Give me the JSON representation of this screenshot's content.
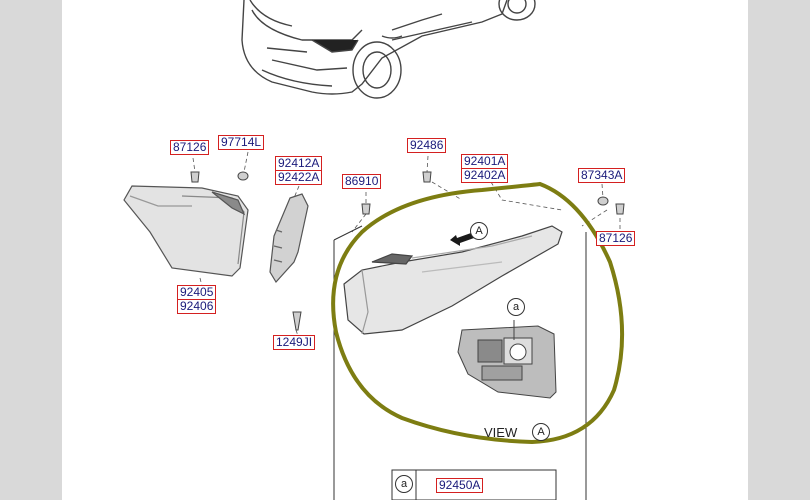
{
  "diagram": {
    "part_numbers": {
      "p87126_left": "87126",
      "p97714L": "97714L",
      "p92412A": "92412A",
      "p92422A": "92422A",
      "p86910": "86910",
      "p92486": "92486",
      "p92401A": "92401A",
      "p92402A": "92402A",
      "p87343A": "87343A",
      "p87126_right": "87126",
      "p92405": "92405",
      "p92406": "92406",
      "p1249JI": "1249JI"
    },
    "view_label": "VIEW",
    "callout_A": "A",
    "callout_a": "a",
    "legend": {
      "key": "a",
      "part": "92450A"
    }
  },
  "colors": {
    "highlight_ring": "#7d7d12",
    "label_border": "#d42020",
    "label_text": "#1a1a7a"
  }
}
